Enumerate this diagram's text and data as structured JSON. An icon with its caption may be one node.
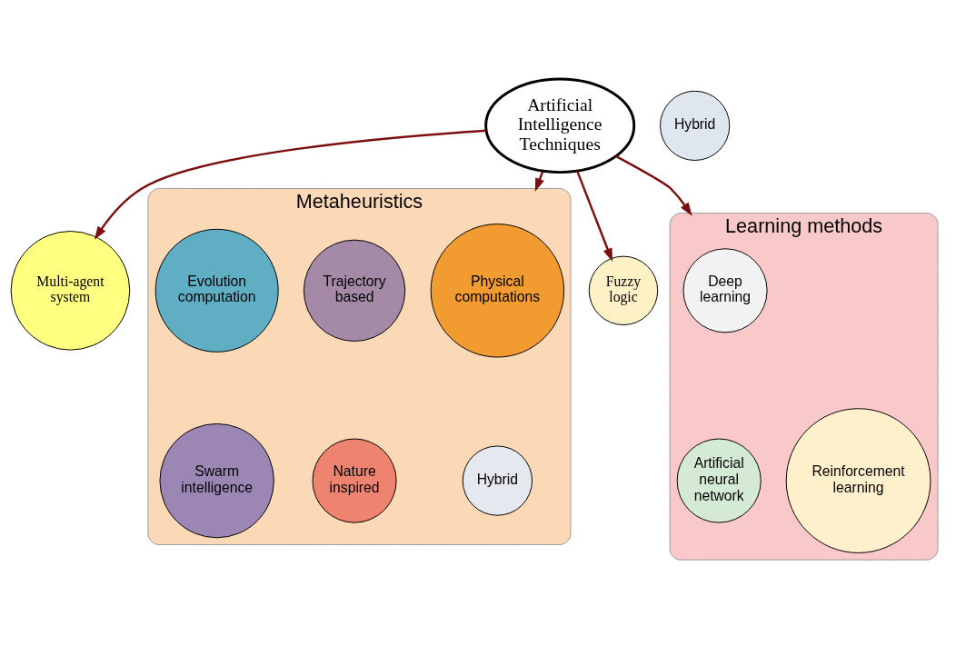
{
  "diagram": {
    "nodes": [
      {
        "text": [
          "Artificial Intelligence Techniques"
        ]
      },
      {
        "text": [
          "Multi-agent system"
        ]
      },
      {
        "text": [
          "Metaheuristics"
        ]
      },
      {
        "text": [
          "Physical computations"
        ],
        "in": 2
      },
      {
        "text": [
          "Trajectory based"
        ],
        "in": 2
      },
      {
        "text": [
          "Evolution computation"
        ],
        "in": 2
      },
      {
        "text": [
          "Hybrid"
        ],
        "in": 2
      },
      {
        "text": [
          "Nature inspired"
        ],
        "in": 2
      },
      {
        "text": [
          "Swarm intelligence"
        ],
        "in": 2
      },
      {
        "text": [
          "Fuzzy logic"
        ]
      },
      {
        "text": [
          "Hybrid"
        ]
      },
      {
        "text": [
          "Learning methods"
        ]
      },
      {
        "text": [
          "Deep learning"
        ],
        "in": 11
      },
      {
        "text": [
          "Artificial neural network"
        ],
        "in": 11
      },
      {
        "text": [
          "Reinforcement learning"
        ],
        "in": 11
      }
    ],
    "edges": [
      {
        "from": 0,
        "to": 1,
        "arrow": "to"
      },
      {
        "from": 0,
        "to": 2,
        "arrow": "to"
      },
      {
        "from": 0,
        "to": 9,
        "arrow": "to"
      },
      {
        "from": 0,
        "to": 11,
        "arrow": "to"
      }
    ]
  }
}
